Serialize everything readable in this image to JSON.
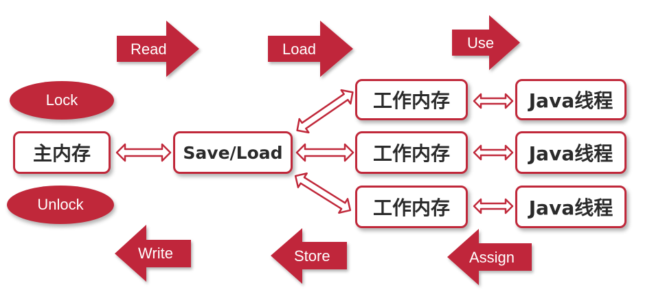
{
  "colors": {
    "accent": "#c0283a",
    "text": "#2a2a2a",
    "arrow_fill": "#c0283a",
    "connector_fill": "#ffffff"
  },
  "locks": {
    "lock": "Lock",
    "unlock": "Unlock"
  },
  "nodes": {
    "main_memory": "主内存",
    "save_load": "Save/Load",
    "working_memory": [
      "工作内存",
      "工作内存",
      "工作内存"
    ],
    "java_thread": [
      "Java线程",
      "Java线程",
      "Java线程"
    ]
  },
  "operations": {
    "read": "Read",
    "load": "Load",
    "use": "Use",
    "write": "Write",
    "store": "Store",
    "assign": "Assign"
  }
}
